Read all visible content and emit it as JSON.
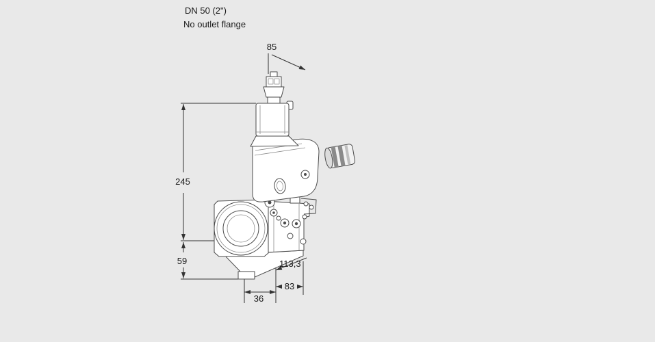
{
  "header": {
    "title": "DN 50 (2\")",
    "subtitle": "No outlet flange"
  },
  "dimensions": {
    "top_width": "85",
    "overall_height": "245",
    "center_to_bottom": "59",
    "foot_offset": "36",
    "body_width": "83",
    "diagonal": "113,3"
  },
  "colors": {
    "background": "#e9e9e9",
    "outline": "#4a4a4a",
    "dimension_lines": "#333333",
    "text": "#1a1a1a"
  }
}
